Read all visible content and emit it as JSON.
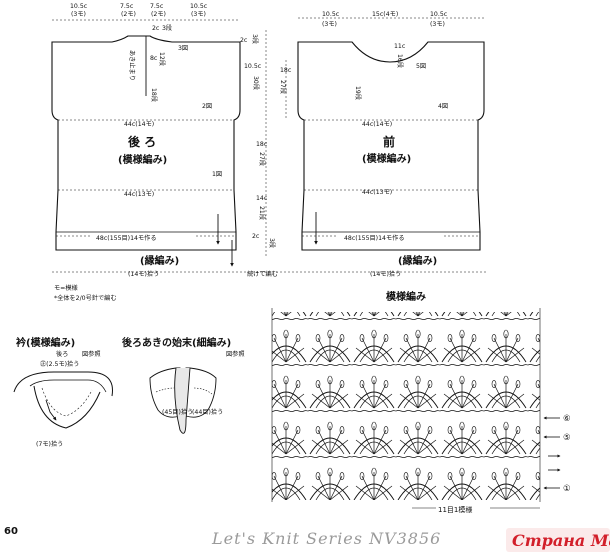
{
  "back": {
    "title": "後 ろ",
    "subtitle": "(模様編み)",
    "top_dims": [
      "10.5c",
      "7.5c",
      "7.5c",
      "10.5c"
    ],
    "top_mods": [
      "(3モ)",
      "(2モ)",
      "(2モ)",
      "(3モ)"
    ],
    "neck_label": "2c",
    "neck_rows": "3段",
    "slit_text": "あき止まり",
    "slit_c": "8c",
    "slit_rows": "12段",
    "mark3": "3図",
    "mark2": "2図",
    "mark1": "1図",
    "armhole_rows": "18段",
    "width_upper": "44c(14モ)",
    "width_mid": "44c(13モ)",
    "width_hem": "48c(155目)14モ作る",
    "edge_label": "(縁編み)"
  },
  "middle": {
    "neck_c": "2c",
    "neck_rows": "3段",
    "upper_c": "10.5c",
    "upper_rows": "30段",
    "shoulder_c": "18c",
    "shoulder_rows": "27段",
    "lower_c1": "18c",
    "lower_rows1": "27段",
    "lower_c2": "14c",
    "lower_rows2": "21段",
    "edge_c": "2c",
    "edge_rows": "3段",
    "joint": "続けて編む"
  },
  "front": {
    "title": "前",
    "subtitle": "(模様編み)",
    "top_dims": [
      "10.5c",
      "15c(4モ)",
      "10.5c"
    ],
    "top_mods": [
      "(3モ)",
      "",
      "(3モ)"
    ],
    "neck_c": "11c",
    "neck_rows": "16段",
    "armhole_c": "19段",
    "mark5": "5図",
    "mark4": "4図",
    "width_upper": "44c(14モ)",
    "width_mid": "44c(13モ)",
    "width_hem": "48c(155目)14モ作る",
    "edge_label": "(縁編み)"
  },
  "bottom": {
    "back_width": "(14モ)拾う",
    "front_width": "(14モ)拾う"
  },
  "notes": [
    "モ=模様",
    "*全体を2/0号針で編む"
  ],
  "collar": {
    "title": "衿(模様編み)",
    "back_label": "後ろ",
    "back_pick": "㊣(2.5モ)拾う",
    "ref": "図参照",
    "bottom_pick": "(7モ)拾う"
  },
  "placket": {
    "title": "後ろあきの始末(細編み)",
    "ref": "図参照",
    "left_pick": "(45目)拾う",
    "right_pick": "(44目)拾う"
  },
  "pattern": {
    "title": "模様編み",
    "rows": [
      "⑥",
      "⑤",
      "①"
    ],
    "repeat_label": "11目1模様"
  },
  "footer": {
    "page_number": "60",
    "series": "Let's Knit Series NV3856"
  },
  "watermark": {
    "text": "Страна Мам"
  }
}
